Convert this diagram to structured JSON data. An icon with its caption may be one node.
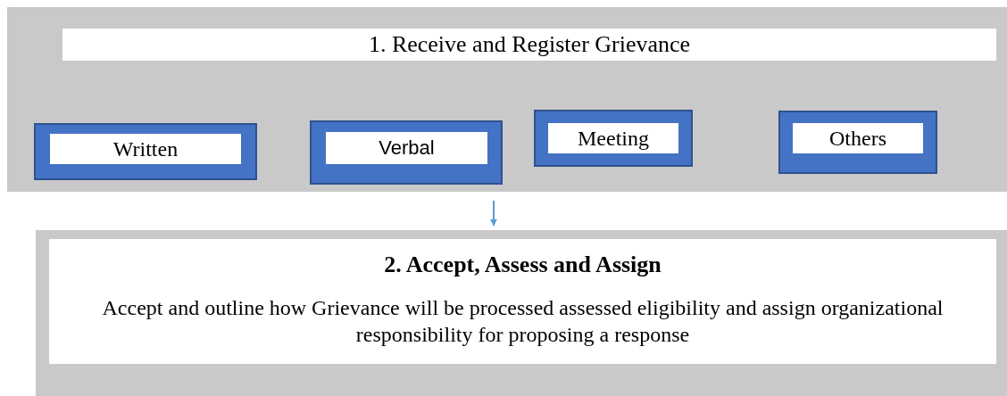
{
  "diagram": {
    "nodes": [
      {
        "text": [],
        "shape": "box"
      },
      {
        "text": [
          "1. Receive and Register Grievance"
        ],
        "in": 0
      },
      {
        "text": [
          "Written"
        ],
        "in": 0
      },
      {
        "text": [
          "Verbal"
        ],
        "in": 0
      },
      {
        "text": [
          "Meeting"
        ],
        "in": 0
      },
      {
        "text": [
          "Others"
        ],
        "in": 0
      },
      {
        "text": [
          "2. Accept, Assess and Assign",
          "Accept and outline how Grievance will be processed assessed eligibility and assign organizational responsibility for proposing a response"
        ]
      }
    ],
    "edges": [
      {
        "from": 0,
        "to": 6,
        "arrow": "to",
        "color": "#5b9bd5"
      }
    ]
  }
}
